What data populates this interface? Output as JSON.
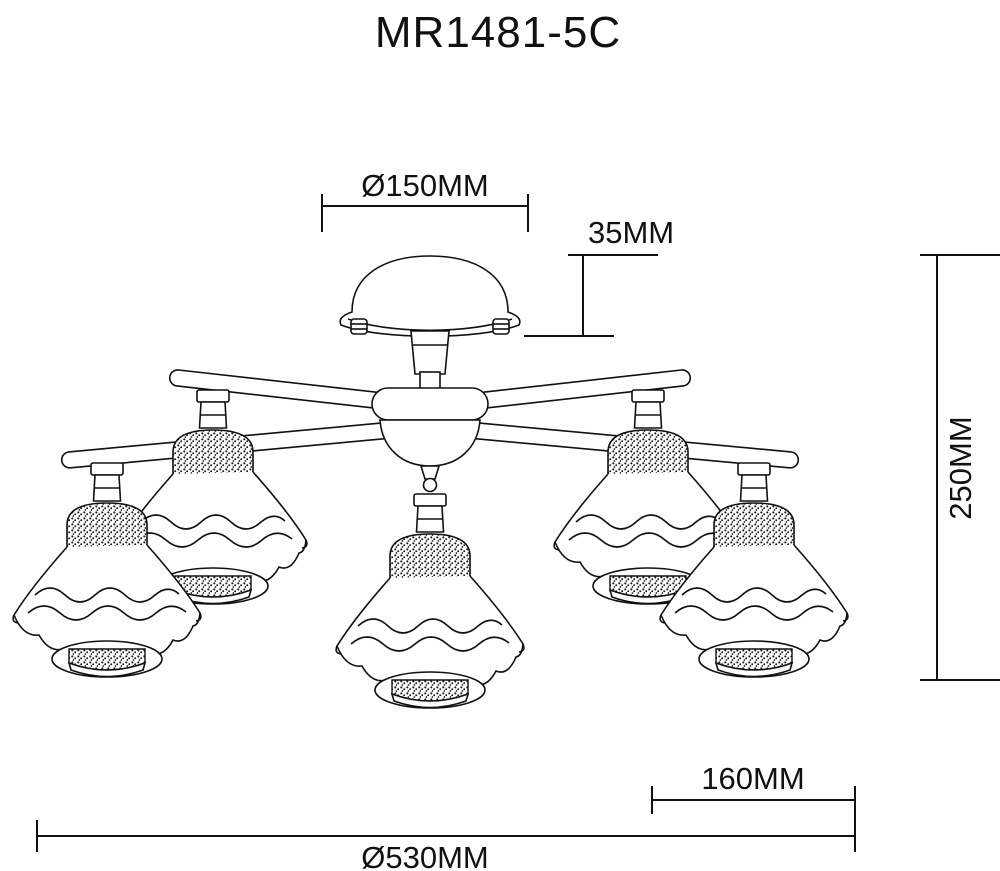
{
  "title": "MR1481-5C",
  "dimensions": {
    "canopy_diameter": "Ø150MM",
    "canopy_height": "35MM",
    "fixture_height": "250MM",
    "shade_offset": "160MM",
    "overall_diameter": "Ø530MM"
  }
}
